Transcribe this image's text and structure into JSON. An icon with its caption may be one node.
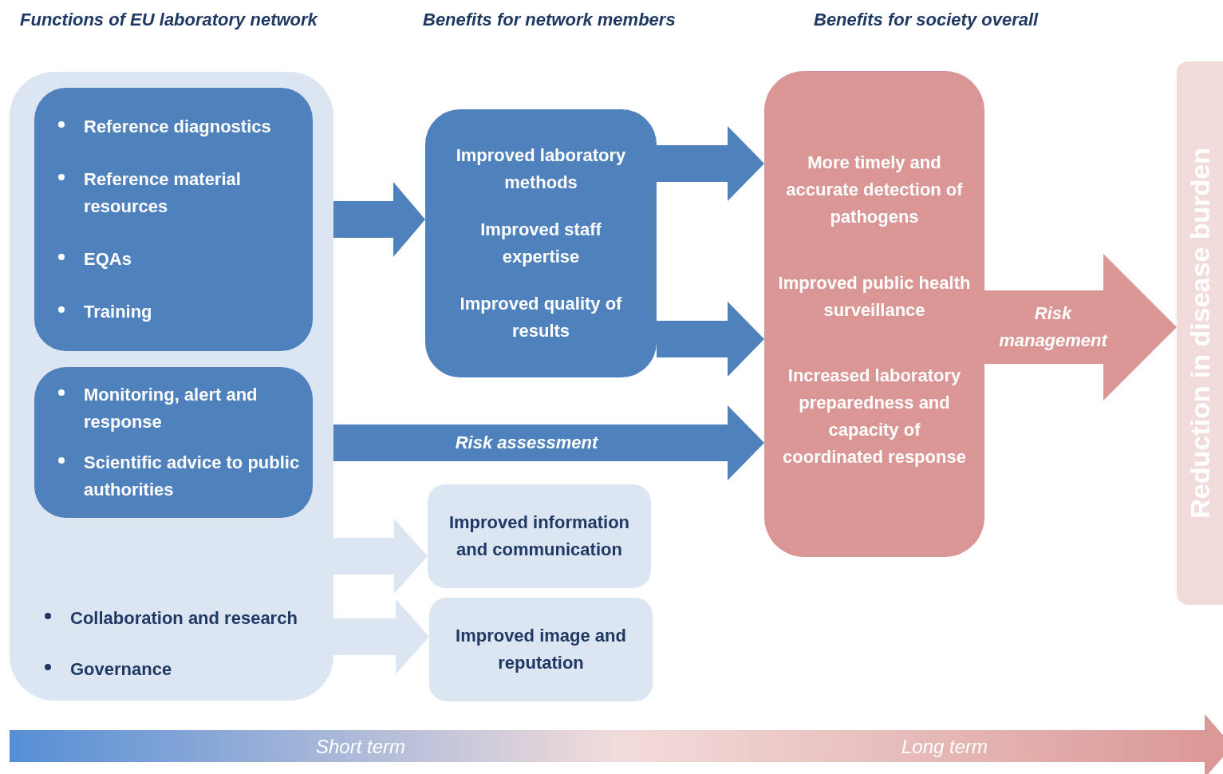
{
  "diagram": {
    "nodes": [
      {
        "text": [
          "Collaboration and research",
          "Governance"
        ]
      },
      {
        "text": [
          "Reference diagnostics",
          "Reference material resources",
          "EQAs",
          "Training"
        ],
        "in": 0
      },
      {
        "text": [
          "Monitoring, alert and response",
          "Scientific advice to public authorities"
        ],
        "in": 0
      },
      {
        "text": [
          "Improved laboratory methods",
          "Improved staff expertise",
          "Improved quality of results"
        ]
      },
      {
        "text": [
          "Improved information and communication"
        ]
      },
      {
        "text": [
          "Improved image and reputation"
        ]
      },
      {
        "text": [
          "More timely and accurate detection of pathogens",
          "Improved public health surveillance",
          "Increased laboratory preparedness and capacity of coordinated response"
        ]
      },
      {
        "text": [
          "Reduction in disease burden"
        ]
      }
    ],
    "edges": [
      {
        "from": 1,
        "to": 3,
        "arrow": "to"
      },
      {
        "from": 3,
        "to": 6,
        "arrow": "to"
      },
      {
        "from": 3,
        "to": 6,
        "arrow": "to"
      },
      {
        "from": 2,
        "to": 6,
        "arrow": "to",
        "label": "Risk assessment"
      },
      {
        "from": 0,
        "to": 4,
        "arrow": "to",
        "color": "#dce6f2"
      },
      {
        "from": 0,
        "to": 5,
        "arrow": "to",
        "color": "#dce6f2"
      },
      {
        "from": 6,
        "to": 7,
        "arrow": "to",
        "label": "Risk management",
        "color": "#d99694",
        "style": "thick"
      }
    ],
    "labels": [
      "Functions of EU laboratory network",
      "Benefits for network members",
      "Benefits for society overall",
      "Short term",
      "Long term"
    ]
  }
}
